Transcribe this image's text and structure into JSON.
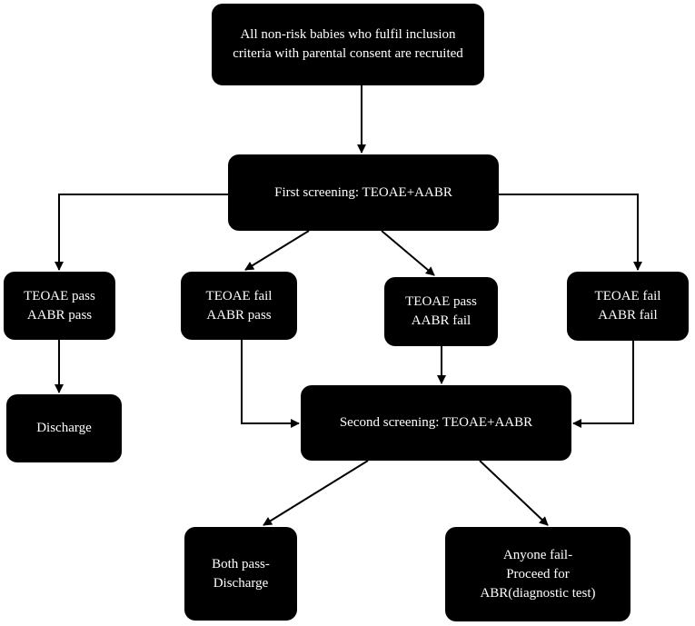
{
  "nodes": {
    "start": {
      "lines": [
        "All non-risk babies who fulfil inclusion",
        "criteria with parental consent are recruited"
      ]
    },
    "first": {
      "lines": [
        "First screening: TEOAE+AABR"
      ]
    },
    "b1": {
      "lines": [
        "TEOAE pass",
        "AABR pass"
      ]
    },
    "b2": {
      "lines": [
        "TEOAE fail",
        "AABR pass"
      ]
    },
    "b3": {
      "lines": [
        "TEOAE pass",
        "AABR fail"
      ]
    },
    "b4": {
      "lines": [
        "TEOAE fail",
        "AABR fail"
      ]
    },
    "discharge": {
      "lines": [
        "Discharge"
      ]
    },
    "second": {
      "lines": [
        "Second screening: TEOAE+AABR"
      ]
    },
    "both": {
      "lines": [
        "Both pass-",
        "Discharge"
      ]
    },
    "any": {
      "lines": [
        "Anyone fail-",
        "Proceed for",
        "ABR(diagnostic test)"
      ]
    }
  },
  "colors": {
    "node_fill": "#000000",
    "node_text": "#ffffff",
    "arrow": "#000000",
    "background": "#ffffff"
  }
}
